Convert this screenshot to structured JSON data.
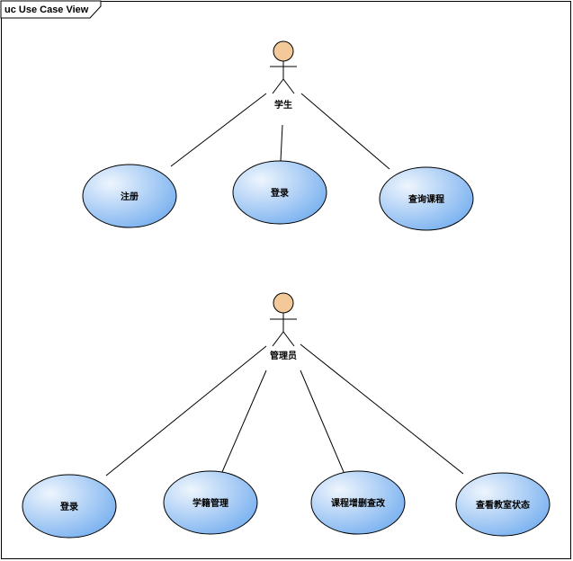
{
  "diagram": {
    "title": "uc Use Case View",
    "actors": {
      "student": "学生",
      "admin": "管理员"
    },
    "usecases": {
      "register": "注册",
      "login_student": "登录",
      "query_course": "查询课程",
      "login_admin": "登录",
      "student_mgmt": "学籍管理",
      "course_crud": "课程增删查改",
      "view_classroom": "查看教室状态"
    }
  },
  "colors": {
    "ellipse_fill_light": "#e6f1fb",
    "ellipse_fill_dark": "#6aa8ee",
    "ellipse_stroke": "#000000",
    "actor_head": "#f4c99a",
    "line": "#000000"
  }
}
